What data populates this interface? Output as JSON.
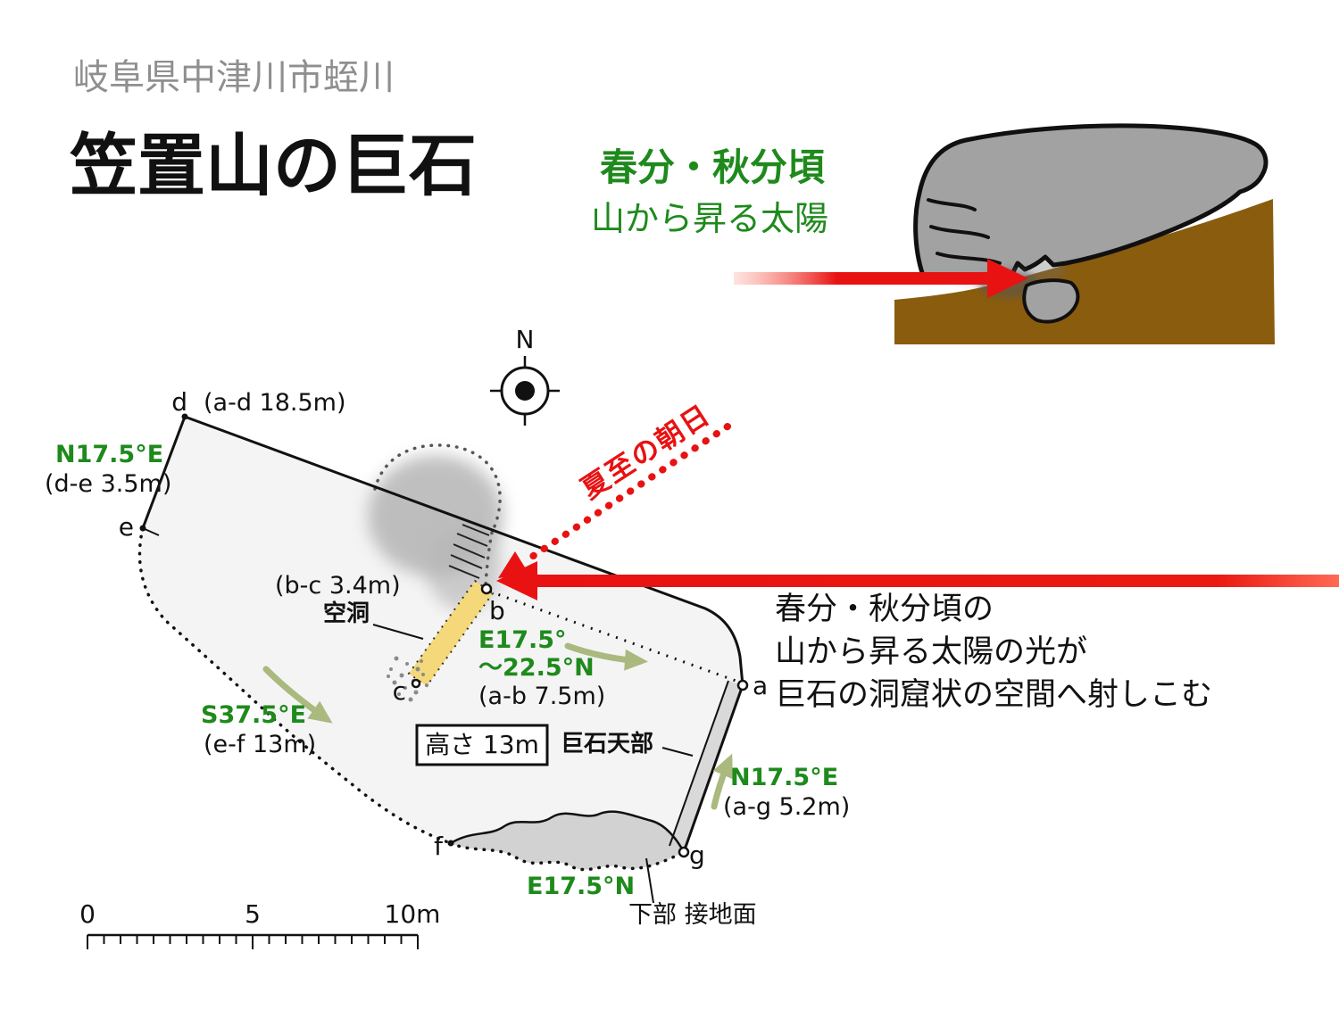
{
  "header": {
    "location": "岐阜県中津川市蛭川",
    "title": "笠置山の巨石"
  },
  "equinox_heading": {
    "line1": "春分・秋分頃",
    "line2": "山から昇る太陽"
  },
  "solstice_label": "夏至の朝日",
  "main_note": {
    "line1": "春分・秋分頃の",
    "line2": "山から昇る太陽の光が",
    "line3": "巨石の洞窟状の空間へ射しこむ"
  },
  "compass": {
    "north": "N"
  },
  "map": {
    "point_a": "a",
    "point_b": "b",
    "point_c": "c",
    "point_d": "d",
    "point_e": "e",
    "point_f": "f",
    "point_g": "g",
    "measure_ad": "(a-d  18.5m)",
    "bearing_de": "N17.5°E",
    "measure_de": "(d-e 3.5m)",
    "measure_bc": "(b-c 3.4m)",
    "cavity_label": "空洞",
    "bearing_ab_1": "E17.5°",
    "bearing_ab_2": "〜22.5°N",
    "measure_ab": "(a-b  7.5m)",
    "bearing_ef": "S37.5°E",
    "measure_ef": "(e-f  13m)",
    "height_label": "高さ 13m",
    "top_label": "巨石天部",
    "bearing_ag": "N17.5°E",
    "measure_ag": "(a-g  5.2m)",
    "bearing_fg": "E17.5°N",
    "ground_label": "下部 接地面"
  },
  "scale_bar": {
    "tick0": "0",
    "tick5": "5",
    "tick10": "10m"
  },
  "colors": {
    "green": "#1e8a1c",
    "red": "#e81212",
    "brown": "#8a5c0e",
    "rock_gray": "#a2a2a2",
    "cavity_yellow": "#f5d87a",
    "sage_arrow": "#aab97e"
  }
}
